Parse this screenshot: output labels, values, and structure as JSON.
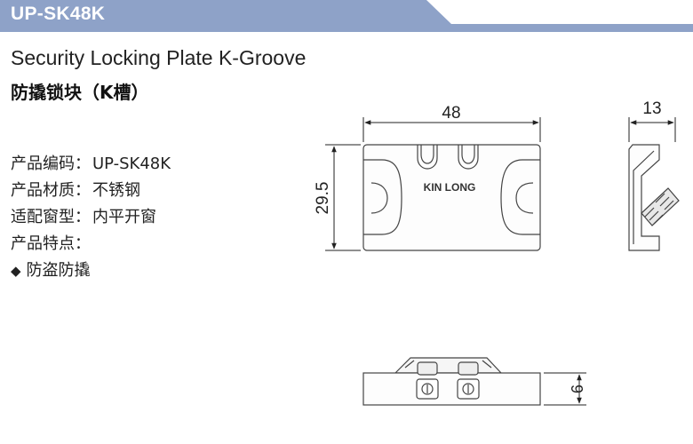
{
  "header": {
    "code": "UP-SK48K",
    "bar_color": "#8ea2c8"
  },
  "title": {
    "en": "Security Locking Plate K-Groove",
    "cn": "防撬锁块（K槽）"
  },
  "specs": [
    {
      "label": "产品编码：",
      "value": "UP-SK48K"
    },
    {
      "label": "产品材质：",
      "value": "不锈钢"
    },
    {
      "label": "适配窗型：",
      "value": "内平开窗"
    },
    {
      "label": "产品特点：",
      "value": ""
    }
  ],
  "features": [
    {
      "bullet": "◆",
      "text": "防盗防撬"
    }
  ],
  "drawing": {
    "brand_text": "KIN LONG",
    "dim_width": "48",
    "dim_height": "29.5",
    "dim_depth": "13",
    "dim_thickness": "9"
  }
}
